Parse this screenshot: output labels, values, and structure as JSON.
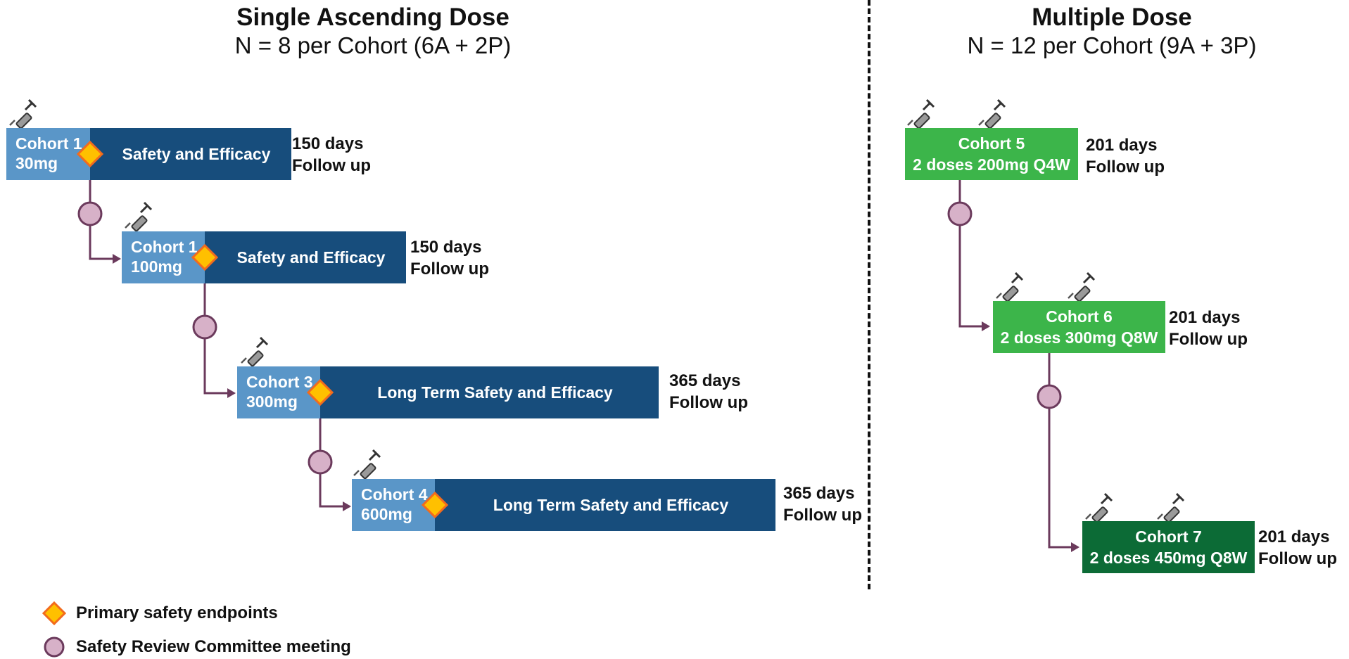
{
  "sad": {
    "title": "Single Ascending Dose",
    "subtitle": "N = 8 per Cohort (6A + 2P)",
    "cohorts": [
      {
        "name": "Cohort 1",
        "dose": "30mg",
        "phase": "Safety and Efficacy",
        "days": "150 days",
        "follow": "Follow up"
      },
      {
        "name": "Cohort 1",
        "dose": "100mg",
        "phase": "Safety and Efficacy",
        "days": "150 days",
        "follow": "Follow up"
      },
      {
        "name": "Cohort 3",
        "dose": "300mg",
        "phase": "Long Term Safety and Efficacy",
        "days": "365 days",
        "follow": "Follow up"
      },
      {
        "name": "Cohort 4",
        "dose": "600mg",
        "phase": "Long Term Safety and Efficacy",
        "days": "365 days",
        "follow": "Follow up"
      }
    ]
  },
  "md": {
    "title": "Multiple Dose",
    "subtitle": "N = 12 per Cohort (9A + 3P)",
    "cohorts": [
      {
        "name": "Cohort 5",
        "regimen": "2 doses 200mg Q4W",
        "days": "201 days",
        "follow": "Follow up"
      },
      {
        "name": "Cohort 6",
        "regimen": "2 doses 300mg Q8W",
        "days": "201 days",
        "follow": "Follow up"
      },
      {
        "name": "Cohort 7",
        "regimen": "2 doses 450mg Q8W",
        "days": "201 days",
        "follow": "Follow up"
      }
    ]
  },
  "legend": {
    "diamond": "Primary safety endpoints",
    "circle": "Safety Review Committee meeting"
  },
  "icons": {
    "syringe": "syringe-icon",
    "diamond": "diamond-marker-icon",
    "circle": "circle-marker-icon"
  },
  "colors": {
    "cohort_light_blue": "#5a96c8",
    "phase_dark_blue": "#174d7c",
    "md_green": "#3cb54a",
    "md_dark_green": "#0c6b36",
    "connector": "#6b3a5c",
    "circle_fill": "#d7b1c8",
    "diamond_fill": "#ffc000",
    "diamond_stroke": "#f26b1d"
  }
}
